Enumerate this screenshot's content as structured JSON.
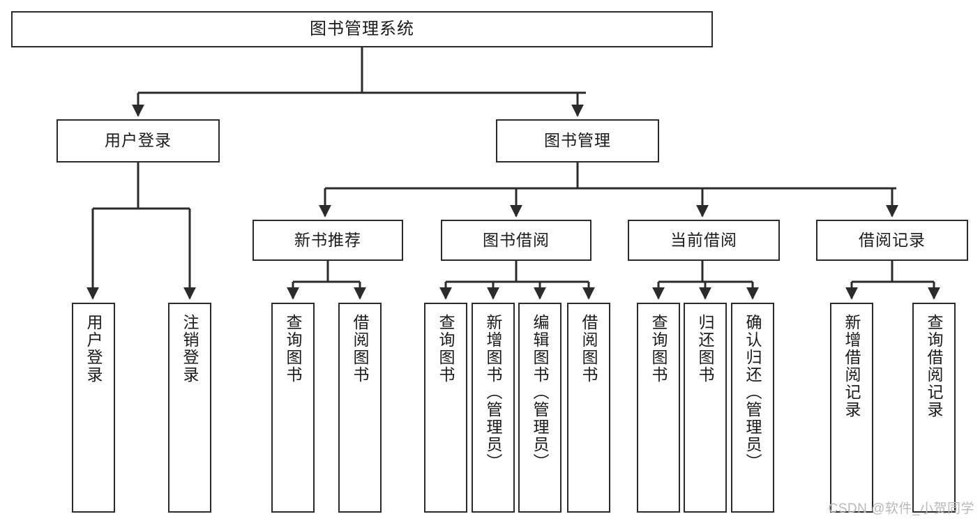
{
  "diagram": {
    "title": "图书管理系统",
    "type": "hierarchy-tree",
    "stroke_color": "#2b2b2b",
    "fill_color": "#ffffff",
    "text_color": "#1a1a1a",
    "watermark": "CSDN @软件_小贺同学"
  },
  "root": {
    "label": "图书管理系统"
  },
  "level2": [
    {
      "label": "用户登录"
    },
    {
      "label": "图书管理"
    }
  ],
  "level3": [
    {
      "label": "新书推荐"
    },
    {
      "label": "图书借阅"
    },
    {
      "label": "当前借阅"
    },
    {
      "label": "借阅记录"
    }
  ],
  "leaves": {
    "user_login": [
      {
        "label": "用户登录"
      },
      {
        "label": "注销登录"
      }
    ],
    "new_book": [
      {
        "label": "查询图书"
      },
      {
        "label": "借阅图书"
      }
    ],
    "book_borrow": [
      {
        "label": "查询图书"
      },
      {
        "label": "新增图书（管理员）"
      },
      {
        "label": "编辑图书（管理员）"
      },
      {
        "label": "借阅图书"
      }
    ],
    "current_borrow": [
      {
        "label": "查询图书"
      },
      {
        "label": "归还图书"
      },
      {
        "label": "确认归还（管理员）"
      }
    ],
    "borrow_record": [
      {
        "label": "新增借阅记录"
      },
      {
        "label": "查询借阅记录"
      }
    ]
  }
}
